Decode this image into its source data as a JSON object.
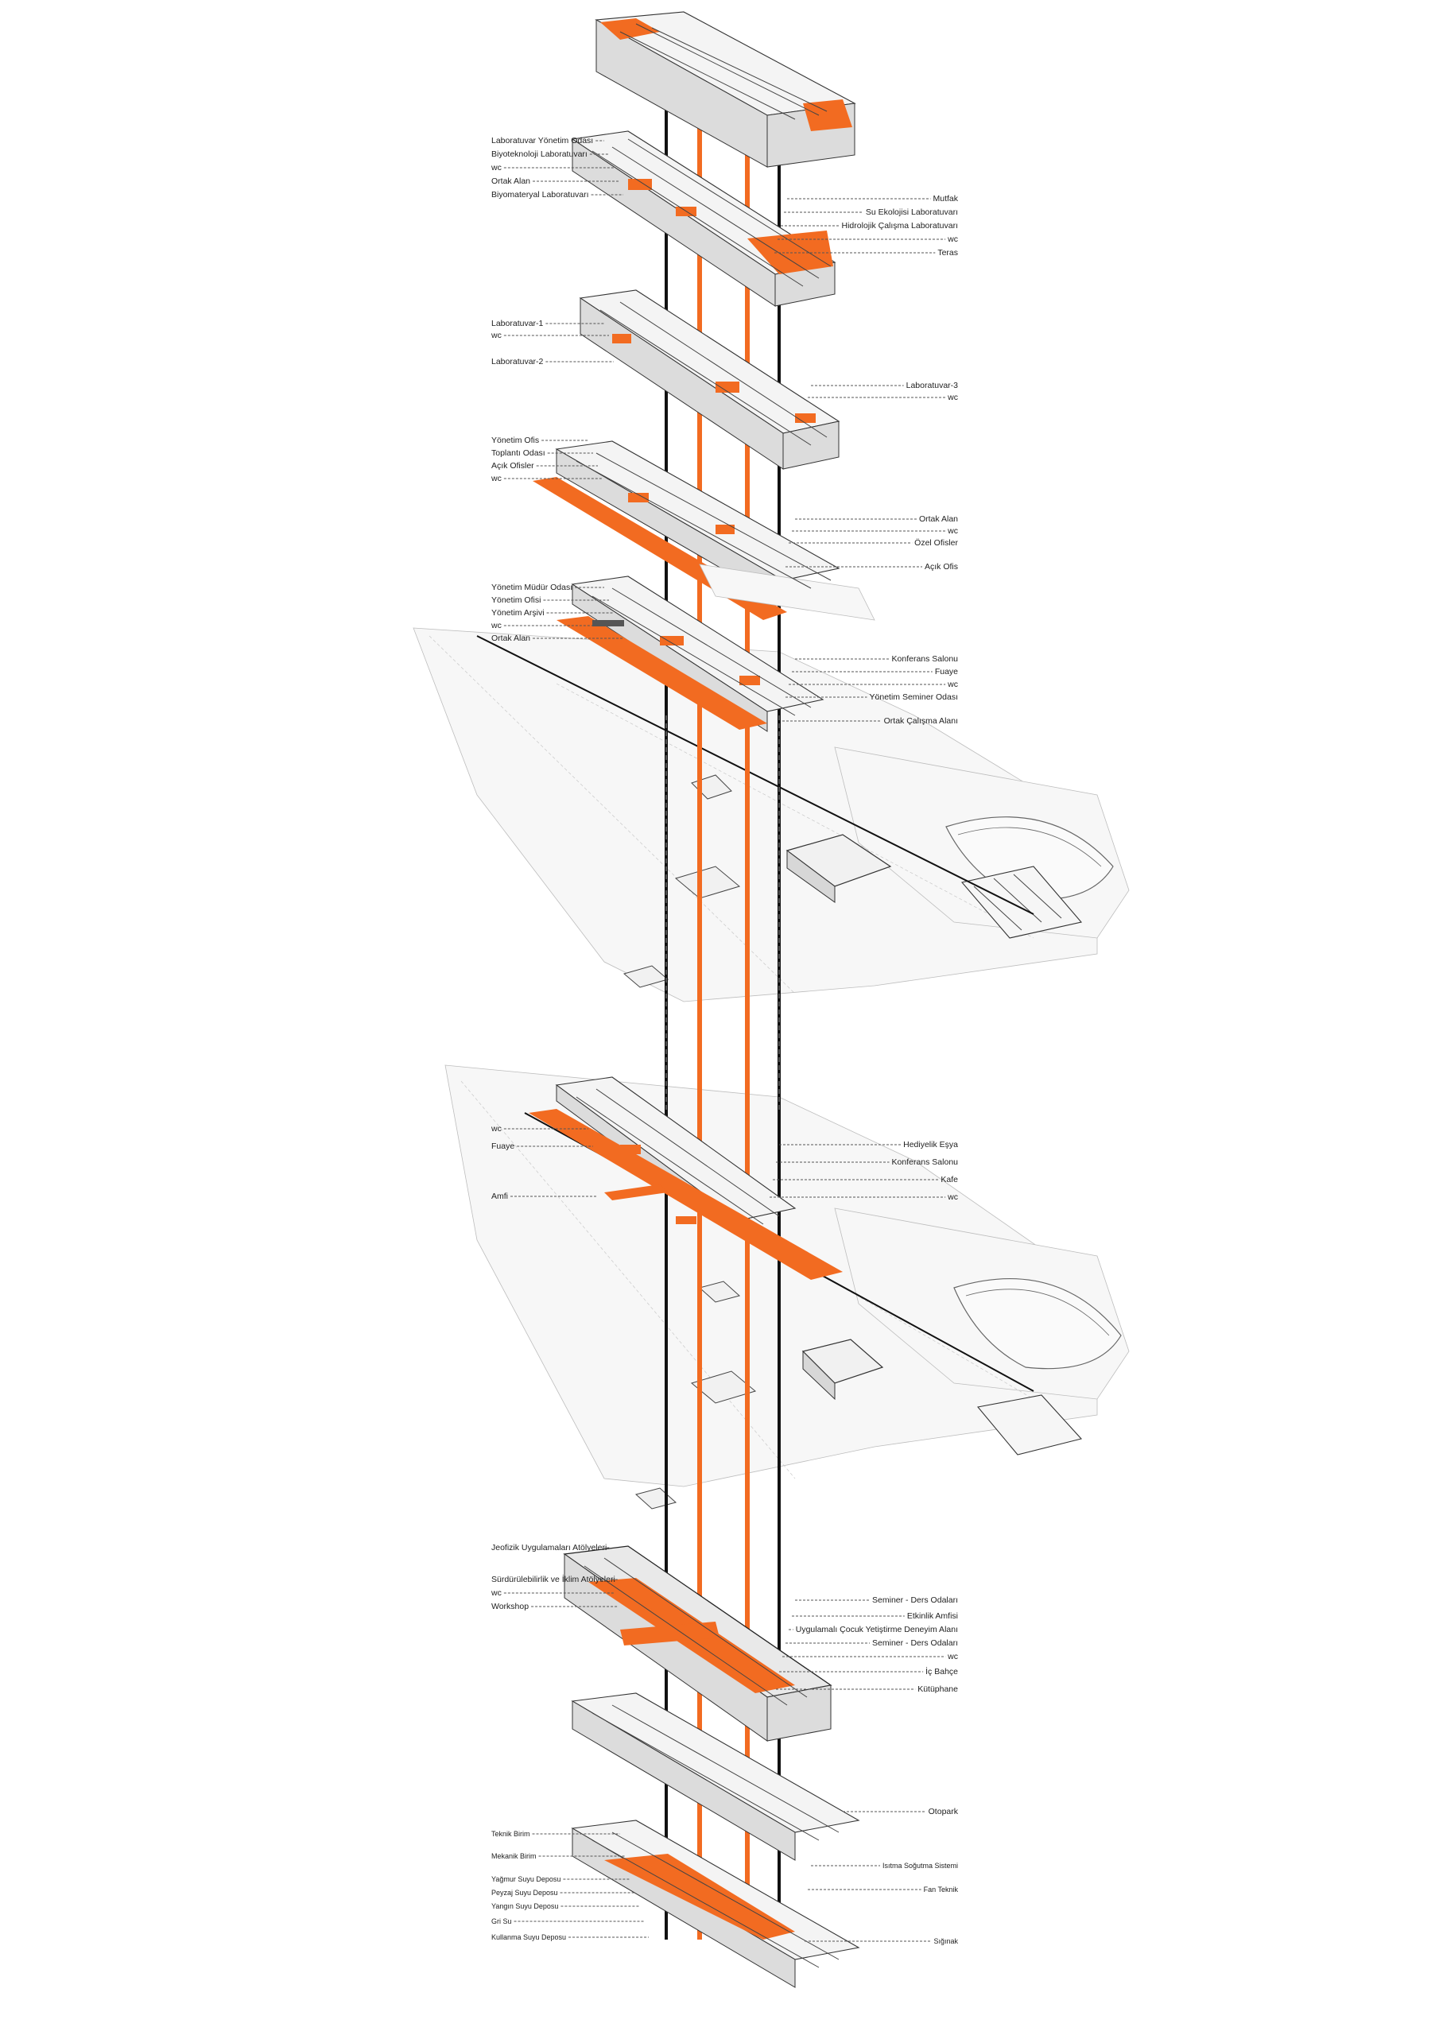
{
  "colors": {
    "accent": "#f26b21",
    "line": "#222222",
    "ghost": "#c8c8c8"
  },
  "floors": [
    {
      "id": "roof",
      "labels_left": [],
      "labels_right": []
    },
    {
      "id": "floor-lab-1",
      "labels_left": [
        "Laboratuvar Yönetim Odası",
        "Biyoteknoloji Laboratuvarı",
        "wc",
        "Ortak Alan",
        "Biyomateryal Laboratuvarı"
      ],
      "labels_right": [
        "Mutfak",
        "Su Ekolojisi Laboratuvarı",
        "Hidrolojik Çalışma Laboratuvarı",
        "wc",
        "Teras"
      ]
    },
    {
      "id": "floor-lab-2",
      "labels_left": [
        "Laboratuvar-1",
        "wc",
        "Laboratuvar-2"
      ],
      "labels_right": [
        "Laboratuvar-3",
        "wc"
      ]
    },
    {
      "id": "floor-office",
      "labels_left": [
        "Yönetim Ofis",
        "Toplantı Odası",
        "Açık Ofisler",
        "wc"
      ],
      "labels_right": [
        "Ortak Alan",
        "wc",
        "Özel Ofisler",
        "Açık Ofis"
      ]
    },
    {
      "id": "floor-management",
      "labels_left": [
        "Yönetim Müdür Odası",
        "Yönetim Ofisi",
        "Yönetim Arşivi",
        "wc",
        "Ortak Alan"
      ],
      "labels_right": [
        "Konferans Salonu",
        "Fuaye",
        "wc",
        "Yönetim Seminer Odası",
        "Ortak Çalışma Alanı"
      ]
    },
    {
      "id": "floor-ground",
      "labels_left": [
        "wc",
        "Fuaye",
        "Amfi"
      ],
      "labels_right": [
        "Hediyelik Eşya",
        "Konferans Salonu",
        "Kafe",
        "wc"
      ]
    },
    {
      "id": "floor-basement-1",
      "labels_left": [
        "Jeofizik Uygulamaları Atölyeleri",
        "Sürdürülebilirlik ve İklim Atölyeleri",
        "wc",
        "Workshop"
      ],
      "labels_right": [
        "Seminer - Ders Odaları",
        "Etkinlik Amfisi",
        "Uygulamalı Çocuk Yetiştirme Deneyim Alanı",
        "Seminer - Ders Odaları",
        "wc",
        "İç Bahçe",
        "Kütüphane"
      ]
    },
    {
      "id": "floor-parking",
      "labels_left": [],
      "labels_right": [
        "Otopark"
      ]
    },
    {
      "id": "floor-technical",
      "labels_left": [
        "Teknik Birim",
        "Mekanik Birim",
        "Yağmur Suyu Deposu",
        "Peyzaj Suyu Deposu",
        "Yangın Suyu Deposu",
        "Gri Su",
        "Kullanma Suyu Deposu"
      ],
      "labels_right": [
        "Isıtma Soğutma Sistemi",
        "Fan Teknik",
        "Sığınak"
      ]
    }
  ]
}
